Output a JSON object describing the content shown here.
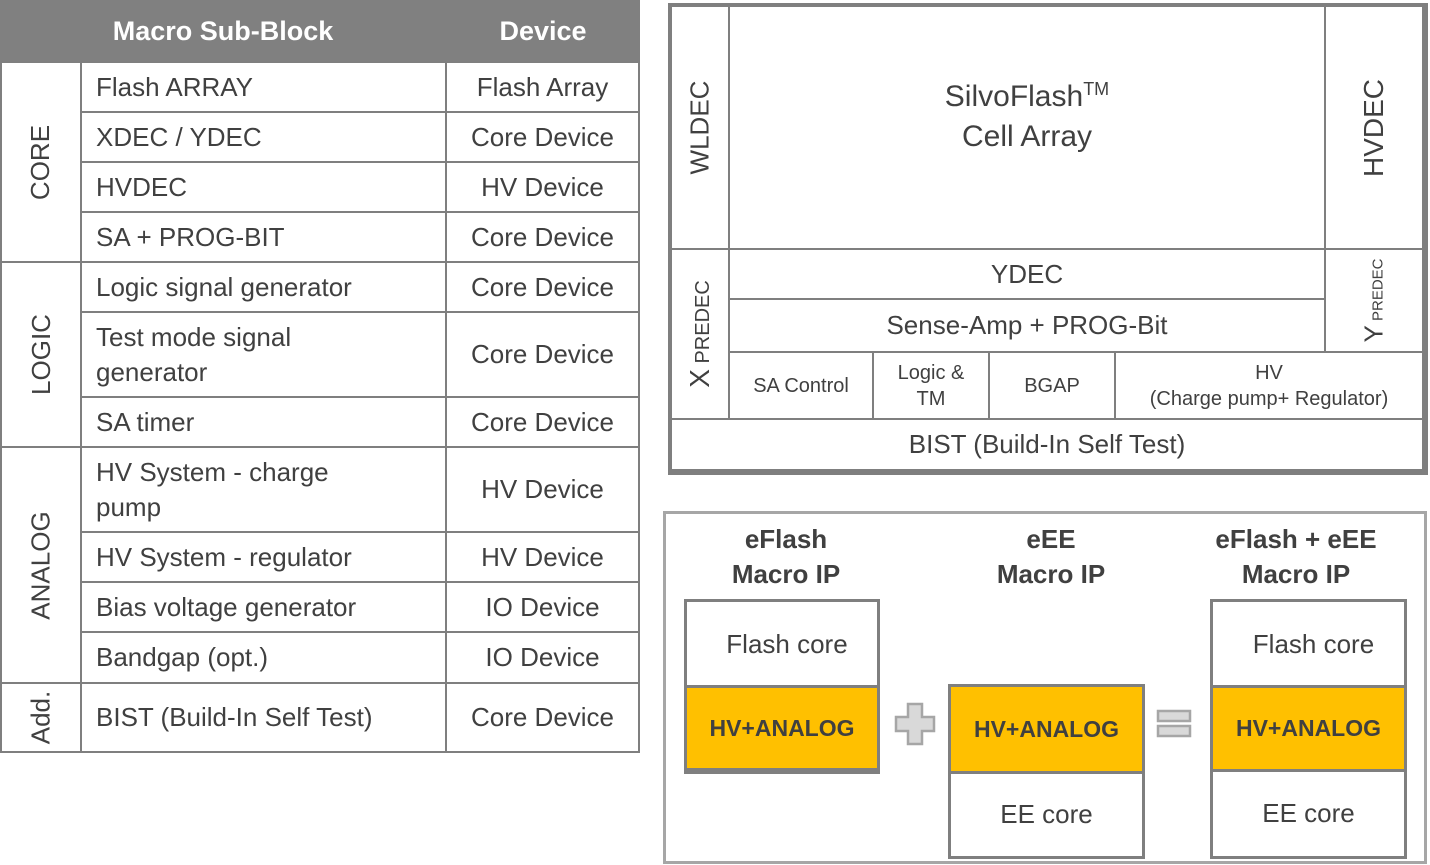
{
  "table": {
    "headers": {
      "sub_block": "Macro Sub-Block",
      "device": "Device"
    },
    "groups": [
      {
        "label": "CORE",
        "rows": [
          {
            "sub_block": "Flash ARRAY",
            "device": "Flash Array"
          },
          {
            "sub_block": "XDEC / YDEC",
            "device": "Core Device"
          },
          {
            "sub_block": "HVDEC",
            "device": "HV Device"
          },
          {
            "sub_block": "SA + PROG-BIT",
            "device": "Core Device"
          }
        ]
      },
      {
        "label": "LOGIC",
        "rows": [
          {
            "sub_block": "Logic signal generator",
            "device": "Core Device"
          },
          {
            "sub_block": "Test mode signal generator",
            "device": "Core Device"
          },
          {
            "sub_block": "SA timer",
            "device": "Core Device"
          }
        ]
      },
      {
        "label": "ANALOG",
        "rows": [
          {
            "sub_block": "HV System - charge pump",
            "device": "HV Device"
          },
          {
            "sub_block": "HV System - regulator",
            "device": "HV Device"
          },
          {
            "sub_block": "Bias voltage generator",
            "device": "IO Device"
          },
          {
            "sub_block": "Bandgap (opt.)",
            "device": "IO Device"
          }
        ]
      },
      {
        "label": "Add.",
        "rows": [
          {
            "sub_block": "BIST (Build-In Self Test)",
            "device": "Core Device"
          }
        ]
      }
    ]
  },
  "architecture": {
    "wldec": "WLDEC",
    "cell_array_line1": "SilvoFlash",
    "cell_array_tm": "TM",
    "cell_array_line2": "Cell Array",
    "hvdec": "HVDEC",
    "x_predec_x": "X",
    "x_predec_label": "PREDEC",
    "ydec": "YDEC",
    "sense_amp": "Sense-Amp + PROG-Bit",
    "y_predec_y": "Y",
    "y_predec_label": "PREDEC",
    "sa_control": "SA Control",
    "logic_tm_line1": "Logic &",
    "logic_tm_line2": "TM",
    "bgap": "BGAP",
    "hv_line1": "HV",
    "hv_line2": "(Charge pump+  Regulator)",
    "bist": "BIST (Build-In Self Test)"
  },
  "macro_ip": {
    "eflash": {
      "title1": "eFlash",
      "title2": "Macro IP",
      "flash_core": "Flash core",
      "hv_analog": "HV+ANALOG"
    },
    "plus_symbol": "+",
    "eee": {
      "title1": "eEE",
      "title2": "Macro IP",
      "hv_analog": "HV+ANALOG",
      "ee_core": "EE core"
    },
    "equals_symbol": "=",
    "combined": {
      "title1": "eFlash + eEE",
      "title2": "Macro IP",
      "flash_core": "Flash core",
      "hv_analog": "HV+ANALOG",
      "ee_core": "EE core"
    },
    "colors": {
      "hv_analog_fill": "#ffc000",
      "border": "#7f7f7f",
      "symbol_fill": "#d9d9d9"
    }
  }
}
